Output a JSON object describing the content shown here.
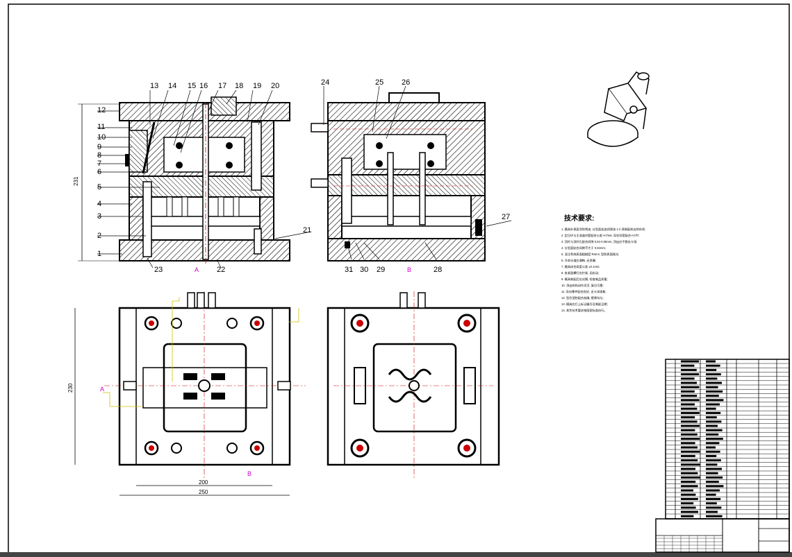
{
  "sheet": {
    "part_numbers_front": [
      "1",
      "2",
      "3",
      "4",
      "5",
      "6",
      "7",
      "8",
      "9",
      "10",
      "11",
      "12",
      "13",
      "14",
      "15",
      "16",
      "17",
      "18",
      "19",
      "20",
      "21",
      "22",
      "23"
    ],
    "part_numbers_side": [
      "24",
      "25",
      "26",
      "27",
      "28",
      "29",
      "30",
      "31"
    ],
    "dims": {
      "height": "231",
      "width_inner": "200",
      "width_outer": "250",
      "plan_height": "230"
    },
    "section_markers": {
      "a": "A",
      "b": "B"
    },
    "notes": {
      "title": "技术要求:",
      "lines": [
        "1. 模具外表面涂防锈油, 分型面处加润滑油 1-2 滴装配前去除杂质;",
        "2. 定位环与主流道衬套配合公差 H7/m6, 导柱导套配合 H7/f7;",
        "3. 顶杆与顶杆孔配合间隙 0.02-0.05mm, 顶出应平稳无卡滞;",
        "4. 分型面贴合间隙不大于 0.02mm;",
        "5. 浇注系统表面粗糙度 Ra0.8, 型腔表面抛光;",
        "6. 冷却水道应通畅, 无渗漏;",
        "7. 模具闭合高度公差 ±0.1mm;",
        "8. 各紧固螺钉应拧紧, 无松动;",
        "9. 模具装配后应试模, 检查制品质量;",
        "10. 顶出机构动作灵活, 复位可靠;",
        "11. 导向零件配合良好, 无卡滞现象;",
        "12. 型芯型腔配合准确, 壁厚均匀;",
        "13. 模具应打上标记编号及装配日期;",
        "14. 其余技术要求按国家标准执行。"
      ]
    }
  }
}
